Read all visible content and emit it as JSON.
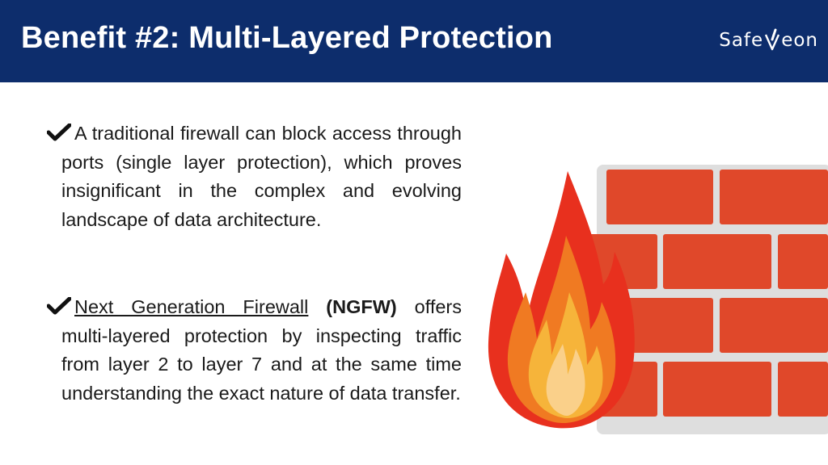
{
  "slide": {
    "title": "Benefit #2: Multi-Layered Protection",
    "logo": {
      "left": "Safe",
      "right": "eon",
      "mark": "compass-v-mark"
    }
  },
  "bullets": [
    {
      "icon": "check-icon",
      "text": "A traditional firewall can block access through ports (single layer protection), which proves insignificant in the complex and evolving landscape of data architecture."
    },
    {
      "icon": "check-icon",
      "link_text": "Next Generation Firewall",
      "acronym": " (NGFW)",
      "rest": " offers multi-layered protection by inspecting traffic from layer 2 to layer 7 and at the same time understanding the exact nature of data transfer."
    }
  ],
  "colors": {
    "header": "#0d2d6c",
    "brick": "#e0482a",
    "mortar": "#dedede",
    "flame_outer": "#e8301e",
    "flame_mid": "#f07a22",
    "flame_inner": "#f6b43a",
    "flame_core": "#fad08a"
  },
  "illustration": "brick-firewall-with-fire"
}
